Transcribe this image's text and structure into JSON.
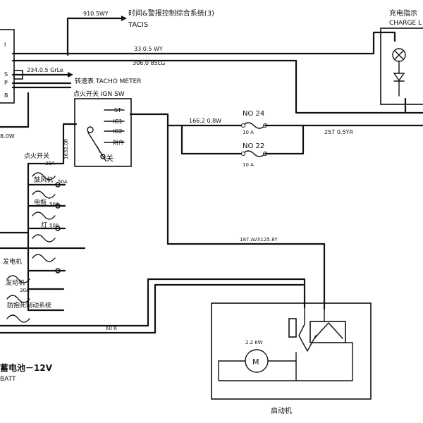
{
  "labels": {
    "wire_910": "910.5WY",
    "tacis_cn": "时间&警报控制综合系统(3)",
    "tacis_en": "TACIS",
    "charge_cn": "充电指示",
    "charge_en": "CHARGE L",
    "wire_33": "33.0.5 WY",
    "wire_306": "306.0 85LG",
    "wire_234": "234.0.5 GrLe",
    "tacho": "转速表 TACHO METER",
    "ign_sw": "点火开关 IGN SW",
    "st": "ST",
    "ig1": "IG1",
    "ig2": "IG2",
    "acc": "附件",
    "off": "关",
    "wire_1662": "166.2 0.8W",
    "no24": "NO 24",
    "fuse_10a_1": "10 A",
    "wire_257": "257 0.5YR",
    "no22": "NO 22",
    "fuse_10a_2": "10 A",
    "wire_left": "8.0W",
    "wire_vert": "1632.0R",
    "fl_ign": "点火开关",
    "fl_ign_amp": "30A",
    "fl_fan": "鼓风机",
    "fl_fan_amp": "50A",
    "fl_bat": "电瓶",
    "fl_bat_amp": "50A",
    "fl_lamp": "灯",
    "fl_lamp_amp": "50A",
    "fl_gen": "发电机",
    "fl_eng": "发动机",
    "fl_eng_amp": "30A",
    "fl_abs": "防抱死制动系统",
    "wire_187": "187.AVX125.8Y",
    "wire_60r": "60 R",
    "motor_kw": "2.2 KW",
    "motor_m": "M",
    "batt_cn": "蓄电池－12V",
    "batt_en": "BATT",
    "starter": "启动机",
    "conn_i": "I",
    "conn_s": "S",
    "conn_p": "P",
    "conn_b": "B"
  }
}
